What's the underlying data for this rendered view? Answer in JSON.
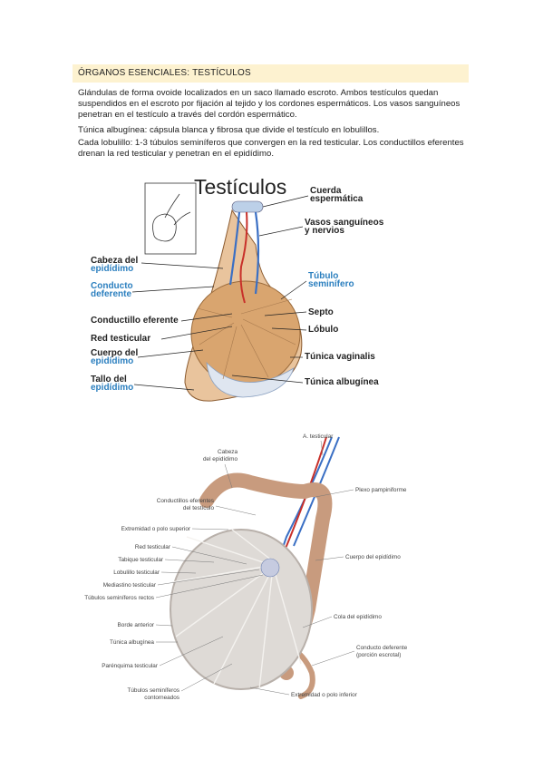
{
  "section": {
    "heading": "ÓRGANOS ESENCIALES: TESTÍCULOS",
    "paragraphs": [
      "Glándulas de forma ovoide localizados en un saco llamado escroto. Ambos testículos quedan suspendidos en el escroto por fijación al tejido y los cordones espermáticos. Los vasos sanguíneos penetran en el testículo a través del cordón espermático.",
      "Túnica albugínea: cápsula blanca y fibrosa que divide el testículo en lobulillos.",
      "Cada lobulillo: 1-3 túbulos seminíferos que convergen en la red testicular. Los conductillos eferentes drenan la red testicular y penetran en el epidídimo."
    ]
  },
  "figure1": {
    "title": "Testículos",
    "labels_left": [
      [
        "Cabeza del",
        "epidídimo"
      ],
      [
        "Conducto",
        "deferente"
      ],
      [
        "Conductillo eferente"
      ],
      [
        "Red testicular"
      ],
      [
        "Cuerpo del",
        "epidídimo"
      ],
      [
        "Tallo del",
        "epidídimo"
      ]
    ],
    "labels_right": [
      [
        "Cuerda",
        "espermática"
      ],
      [
        "Vasos sanguíneos",
        "y nervios"
      ],
      [
        "Túbulo",
        "seminífero"
      ],
      [
        "Septo"
      ],
      [
        "Lóbulo"
      ],
      [
        "Túnica vaginalis"
      ],
      [
        "Túnica albugínea"
      ]
    ]
  },
  "figure2": {
    "labels_left": [
      [
        "Cabeza",
        "del epidídimo"
      ],
      [
        "Conductillos eferentes",
        "del testículo"
      ],
      [
        "Extremidad o polo superior"
      ],
      [
        "Red testicular"
      ],
      [
        "Tabique testicular"
      ],
      [
        "Lobulillo testicular"
      ],
      [
        "Mediastino testicular"
      ],
      [
        "Túbulos seminíferos rectos"
      ],
      [
        "Borde anterior"
      ],
      [
        "Túnica albugínea"
      ],
      [
        "Parénquima testicular"
      ],
      [
        "Túbulos seminíferos",
        "contorneados"
      ]
    ],
    "labels_right": [
      [
        "A. testicular"
      ],
      [
        "Plexo pampiniforme"
      ],
      [
        "Cuerpo del epidídimo"
      ],
      [
        "Cola del epidídimo"
      ],
      [
        "Conducto deferente",
        "(porción escrotal)"
      ],
      [
        "Extremidad o polo inferior"
      ]
    ]
  },
  "colors": {
    "heading_bg": "#fdf2d0",
    "label_blue": "#2b7fbf",
    "vessel_blue": "#3a6fc4",
    "vessel_red": "#c8302a"
  }
}
